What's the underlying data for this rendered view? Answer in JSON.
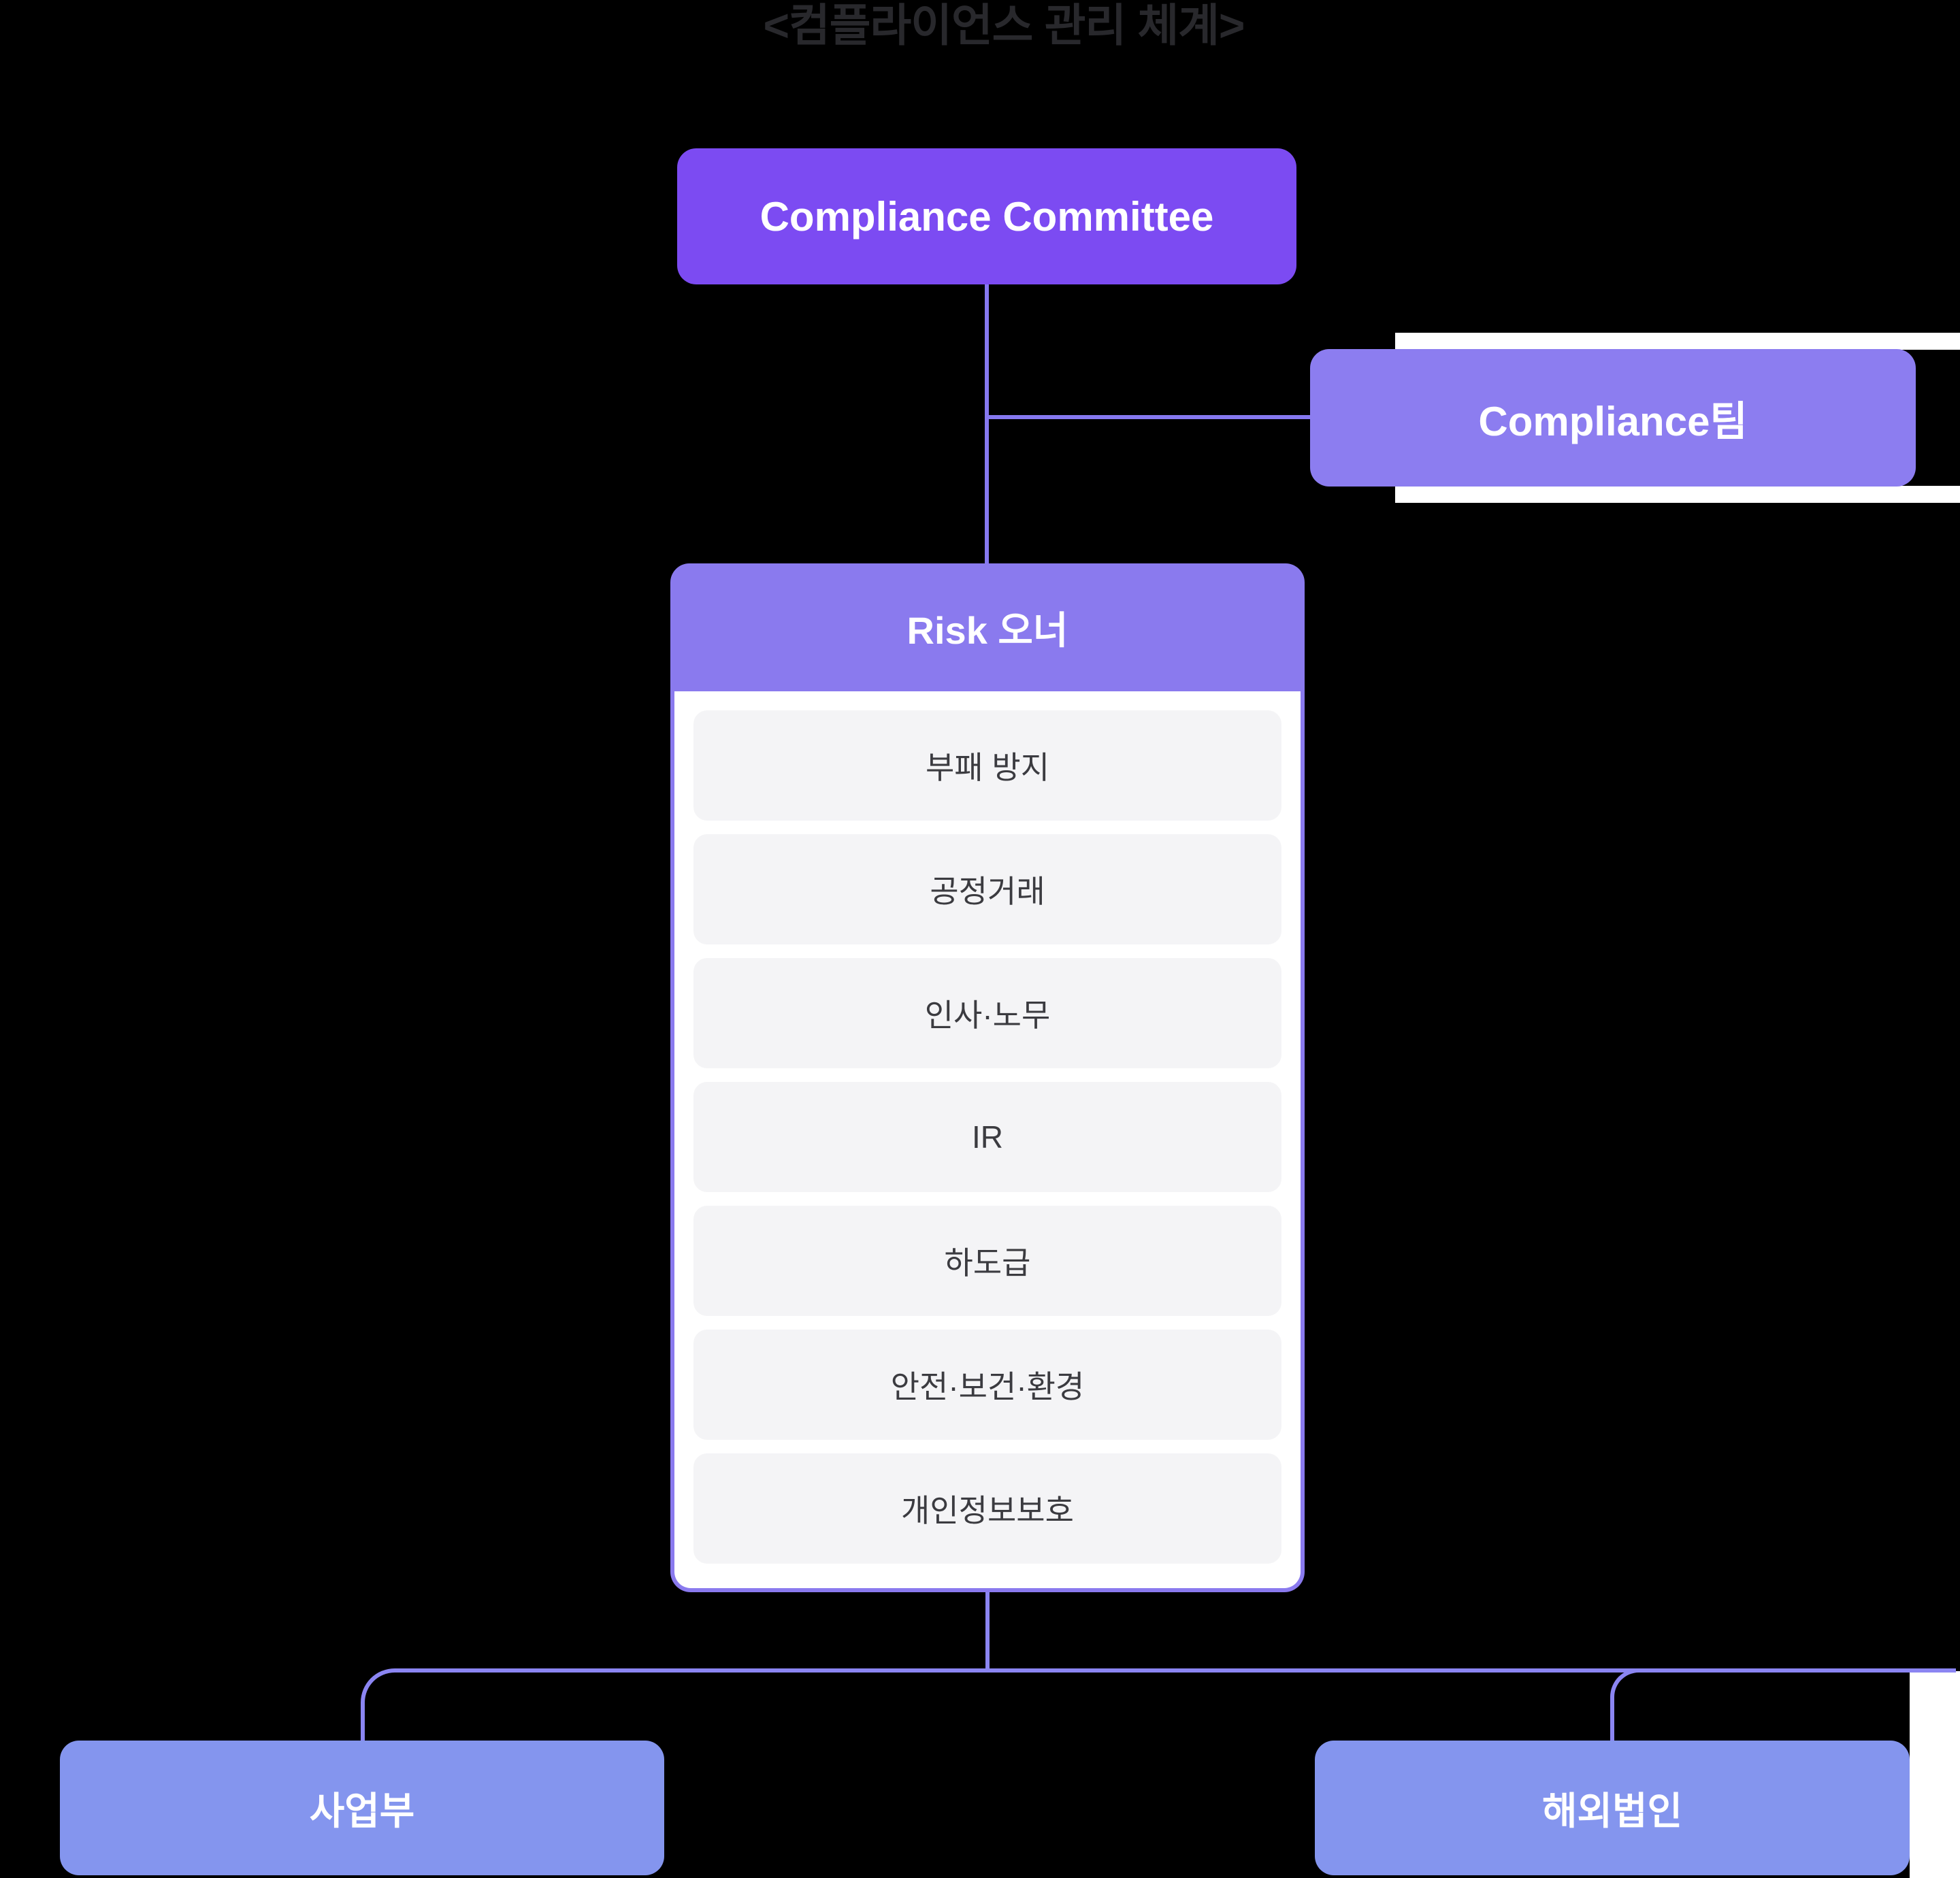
{
  "title": "<컴플라이언스 관리 체계>",
  "nodes": {
    "committee": {
      "label": "Compliance Committee"
    },
    "team": {
      "label": "Compliance팀"
    },
    "risk_owner": {
      "label": "Risk 오너"
    },
    "business_division": {
      "label": "사업부"
    },
    "overseas_subsidiary": {
      "label": "해외법인"
    }
  },
  "risk_items": [
    "부패 방지",
    "공정거래",
    "인사·노무",
    "IR",
    "하도급",
    "안전·보건·환경",
    "개인정보보호"
  ],
  "colors": {
    "background": "#000000",
    "title_text": "#28282c",
    "committee_fill": "#7c4bf2",
    "team_fill": "#8c7df0",
    "risk_header_fill": "#8a7aee",
    "card_fill": "#ffffff",
    "card_border": "#8a7aee",
    "item_fill": "#f4f4f6",
    "item_text": "#3b3b40",
    "bottom_box_fill": "#8495ee",
    "connector_top": "#8678f0",
    "connector_bottom": "#8b85f2",
    "box_text": "#ffffff",
    "background_gap": "#ffffff"
  }
}
